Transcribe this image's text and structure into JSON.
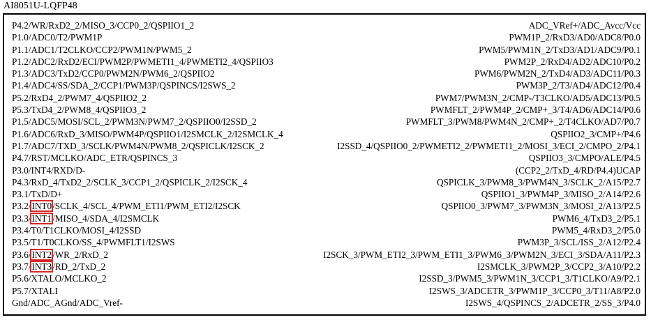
{
  "title": "AI8051U-LQFP48",
  "highlight_color": "#d62828",
  "left_pins": [
    {
      "pre": "",
      "hl": "",
      "text": "P4.2/WR/RxD2_2/MISO_3/CCP0_2/QSPIIO1_2"
    },
    {
      "pre": "",
      "hl": "",
      "text": "P1.0/ADC0/T2/PWM1P"
    },
    {
      "pre": "",
      "hl": "",
      "text": "P1.1/ADC1/T2CLKO/CCP2/PWM1N/PWM5_2"
    },
    {
      "pre": "",
      "hl": "",
      "text": "P1.2/ADC2/RxD2/ECI/PWM2P/PWMETI1_4/PWMETI2_4/QSPIIO3"
    },
    {
      "pre": "",
      "hl": "",
      "text": "P1.3/ADC3/TxD2/CCP0/PWM2N/PWM6_2/QSPIIO2"
    },
    {
      "pre": "",
      "hl": "",
      "text": "P1.4/ADC4/SS/SDA_2/CCP1/PWM3P/QSPINCS/I2SWS_2"
    },
    {
      "pre": "",
      "hl": "",
      "text": "P5.2/RxD4_2/PWM7_4/QSPIIO2_2"
    },
    {
      "pre": "",
      "hl": "",
      "text": "P5.3/TxD4_2/PWM8_4/QSPIIO3_2"
    },
    {
      "pre": "",
      "hl": "",
      "text": "P1.5/ADC5/MOSI/SCL_2/PWM3N/PWM7_2/QSPIIO0/I2SSD_2"
    },
    {
      "pre": "",
      "hl": "",
      "text": "P1.6/ADC6/RxD_3/MISO/PWM4P/QSPIIO1/I2SMCLK_2/I2SMCLK_4"
    },
    {
      "pre": "",
      "hl": "",
      "text": "P1.7/ADC7/TXD_3/SCLK/PWM4N/PWM8_2/QSPICLK/I2SCK_2"
    },
    {
      "pre": "",
      "hl": "",
      "text": "P4.7/RST/MCLKO/ADC_ETR/QSPINCS_3"
    },
    {
      "pre": "",
      "hl": "",
      "text": "P3.0/INT4/RXD/D-"
    },
    {
      "pre": "",
      "hl": "",
      "text": "P4.3/RxD_4/TxD2_2/SCLK_3/CCP1_2/QSPICLK_2/I2SCK_4"
    },
    {
      "pre": "",
      "hl": "",
      "text": "P3.1/TxD/D+"
    },
    {
      "pre": "P3.2/",
      "hl": "INT0",
      "text": "/SCLK_4/SCL_4/PWM_ETI1/PWM_ETI2/I2SCK"
    },
    {
      "pre": "P3.3/",
      "hl": "INT1",
      "text": "/MISO_4/SDA_4/I2SMCLK"
    },
    {
      "pre": "",
      "hl": "",
      "text": "P3.4/T0/T1CLKO/MOSI_4/I2SSD"
    },
    {
      "pre": "",
      "hl": "",
      "text": "P3.5/T1/T0CLKO/SS_4/PWMFLT1/I2SWS"
    },
    {
      "pre": "P3.6/",
      "hl": "INT2",
      "text": "/WR_2/RxD_2"
    },
    {
      "pre": "P3.7/",
      "hl": "INT3",
      "text": "/RD_2/TxD_2"
    },
    {
      "pre": "",
      "hl": "",
      "text": "P5.6/XTALO/MCLKO_2"
    },
    {
      "pre": "",
      "hl": "",
      "text": "P5.7/XTALI"
    },
    {
      "pre": "",
      "hl": "",
      "text": "Gnd/ADC_AGnd/ADC_Vref-"
    }
  ],
  "right_pins": [
    "ADC_VRef+/ADC_Avcc/Vcc",
    "PWM1P_2/RxD3/AD0/ADC8/P0.0",
    "PWM5/PWM1N_2/TxD3/AD1/ADC9/P0.1",
    "PWM2P_2/RxD4/AD2/ADC10/P0.2",
    "PWM6/PWM2N_2/TxD4/AD3/ADC11/P0.3",
    "PWM3P_2/T3/AD4/ADC12/P0.4",
    "PWM7/PWM3N_2/CMP-/T3CLKO/AD5/ADC13/P0.5",
    "PWMFLT_2/PWM4P_2/CMP+_3/T4/AD6/ADC14/P0.6",
    "PWMFLT_3/PWM8/PWM4N_2/CMP+_2/T4CLKO/AD7/P0.7",
    "QSPIIO2_3/CMP+/P4.6",
    "I2SSD_4/QSPIIO0_2/PWMETI2_2/PWMETI1_2/MOSI_3/ECI_2/CMPO_2/P4.1",
    "QSPIIO3_3/CMPO/ALE/P4.5",
    "(CCP2_2/TxD_4/RD/P4.4)UCAP",
    "QSPICLK_3/PWM8_3/PWM4N_3/SCLK_2/A15/P2.7",
    "QSPIIO1_3/PWM4P_3/MISO_2/A14/P2.6",
    "QSPIIO0_3/PWM7_3/PWM3N_3/MOSI_2/A13/P2.5",
    "PWM6_4/TxD3_2/P5.1",
    "PWM5_4/RxD3_2/P5.0",
    "PWM3P_3/SCL/ISS_2/A12/P2.4",
    "I2SCK_3/PWM_ETI2_3/PWM_ETI1_3/PWM6_3/PWM2N_3/ECI_3/SDA/A11/P2.3",
    "I2SMCLK_3/PWM2P_3/CCP2_3/A10/P2.2",
    "I2SSD_3/PWM5_3/PWM1N_3/CCP1_3/T1CLKO/A9/P2.1",
    "I2SWS_3/ADCETR_3/PWM1P_3/CCP0_3/T11/A8/P2.0",
    "I2SWS_4/QSPINCS_2/ADCETR_2/SS_3/P4.0"
  ]
}
